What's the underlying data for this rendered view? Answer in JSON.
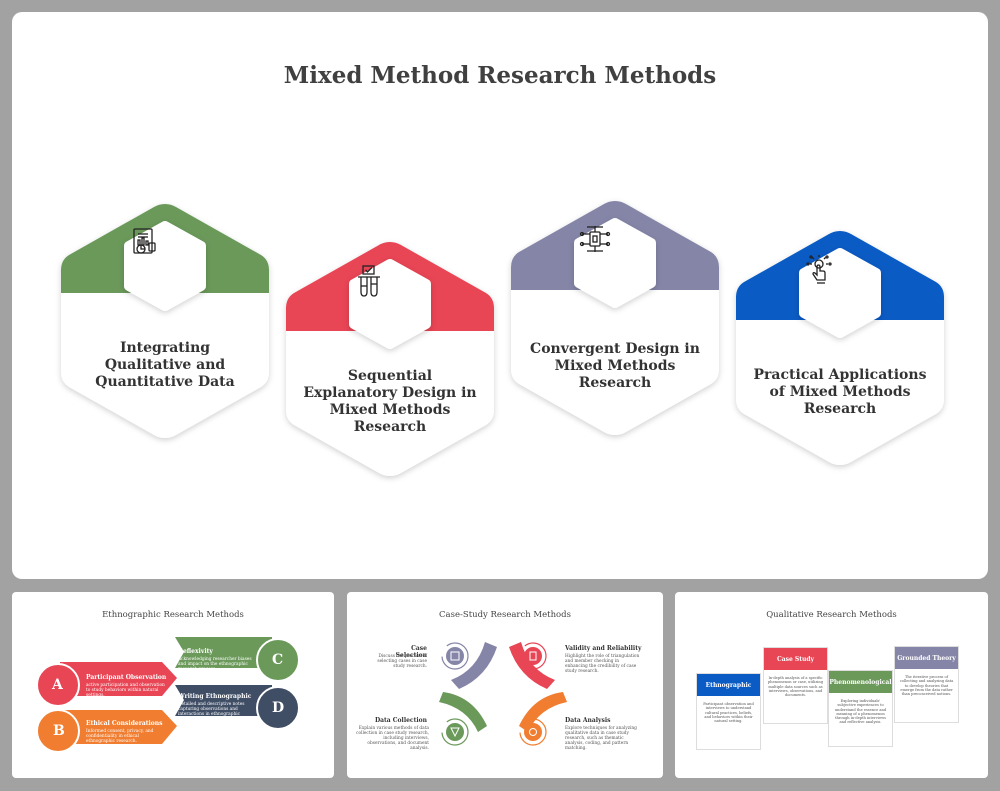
{
  "main": {
    "title": "Mixed Method Research Methods",
    "cards": [
      {
        "label": "Integrating Qualitative and Quantitative Data",
        "color": "#6b995a",
        "icon": "chart-report-icon"
      },
      {
        "label": "Sequential Explanatory Design in Mixed Methods Research",
        "color": "#e84555",
        "icon": "test-tubes-icon"
      },
      {
        "label": "Convergent Design in Mixed Methods Research",
        "color": "#8585a8",
        "icon": "circuit-chip-icon"
      },
      {
        "label": "Practical Applications of Mixed Methods Research",
        "color": "#0b5bc4",
        "icon": "touch-idea-icon"
      }
    ]
  },
  "thumbs": {
    "ethnographic": {
      "title": "Ethnographic Research Methods",
      "items": [
        {
          "letter": "A",
          "heading": "Participant Observation",
          "text": "active participation and observation to study behaviors within natural settings."
        },
        {
          "letter": "B",
          "heading": "Ethical Considerations",
          "text": "Informed consent, privacy, and confidentiality in ethical ethnographic research."
        },
        {
          "letter": "C",
          "heading": "Reflexivity",
          "text": "Acknowledging researcher biases and impact on the ethnographic research process."
        },
        {
          "letter": "D",
          "heading": "Writing Ethnographic",
          "text": "Detailed and descriptive notes capturing observations and interactions in ethnographic research."
        }
      ]
    },
    "casestudy": {
      "title": "Case-Study Research Methods",
      "items": [
        {
          "heading": "Case Selection",
          "text": "Discuss the process of selecting cases in case study research."
        },
        {
          "heading": "Validity and Reliability",
          "text": "Highlight the role of triangulation and member checking in enhancing the credibility of case study research."
        },
        {
          "heading": "Data Collection",
          "text": "Explain various methods of data collection in case study research, including interviews, observations, and document analysis."
        },
        {
          "heading": "Data Analysis",
          "text": "Explore techniques for analyzing qualitative data in case study research, such as thematic analysis, coding, and pattern matching."
        }
      ]
    },
    "qualitative": {
      "title": "Qualitative Research Methods",
      "items": [
        {
          "heading": "Ethnographic",
          "color": "#0b5bc4",
          "text": "Participant observation and interviews to understand cultural practices, beliefs, and behaviors within their natural setting."
        },
        {
          "heading": "Case Study",
          "color": "#e84555",
          "text": "In-depth analysis of a specific phenomenon or case, utilizing multiple data sources such as interviews, observations, and documents."
        },
        {
          "heading": "Phenomenological",
          "color": "#6b995a",
          "text": "Exploring individuals' subjective experiences to understand the essence and meaning of a phenomenon through in-depth interviews and reflective analysis."
        },
        {
          "heading": "Grounded Theory",
          "color": "#8585a8",
          "text": "The iterative process of collecting and analyzing data to develop theories that emerge from the data rather than preconceived notions."
        }
      ]
    }
  }
}
